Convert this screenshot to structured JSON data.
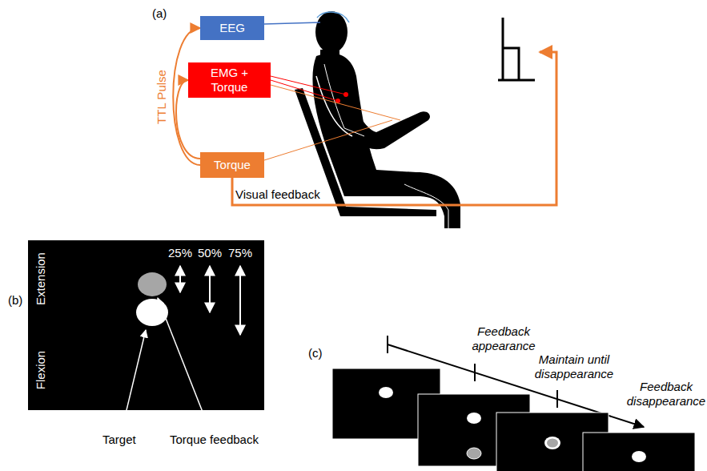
{
  "diagram": {
    "nodes": [
      {
        "text": [
          "EEG"
        ]
      },
      {
        "text": [
          "EMG + Torque"
        ]
      },
      {
        "text": [
          "Torque"
        ]
      },
      {
        "text": [
          "Extension",
          "Flexion",
          "25%",
          "50%",
          "75%"
        ]
      }
    ],
    "edges": [
      {
        "from": 2,
        "to": 0,
        "arrow": "to",
        "label": "TTL Pulse"
      },
      {
        "from": 2,
        "to": 1,
        "arrow": "to"
      }
    ],
    "labels": [
      "(a)",
      "Visual feedback",
      "(b)",
      "Target",
      "Torque feedback",
      "(c)",
      "Feedback appearance",
      "Maintain until disappearance",
      "Feedback disappearance"
    ]
  }
}
